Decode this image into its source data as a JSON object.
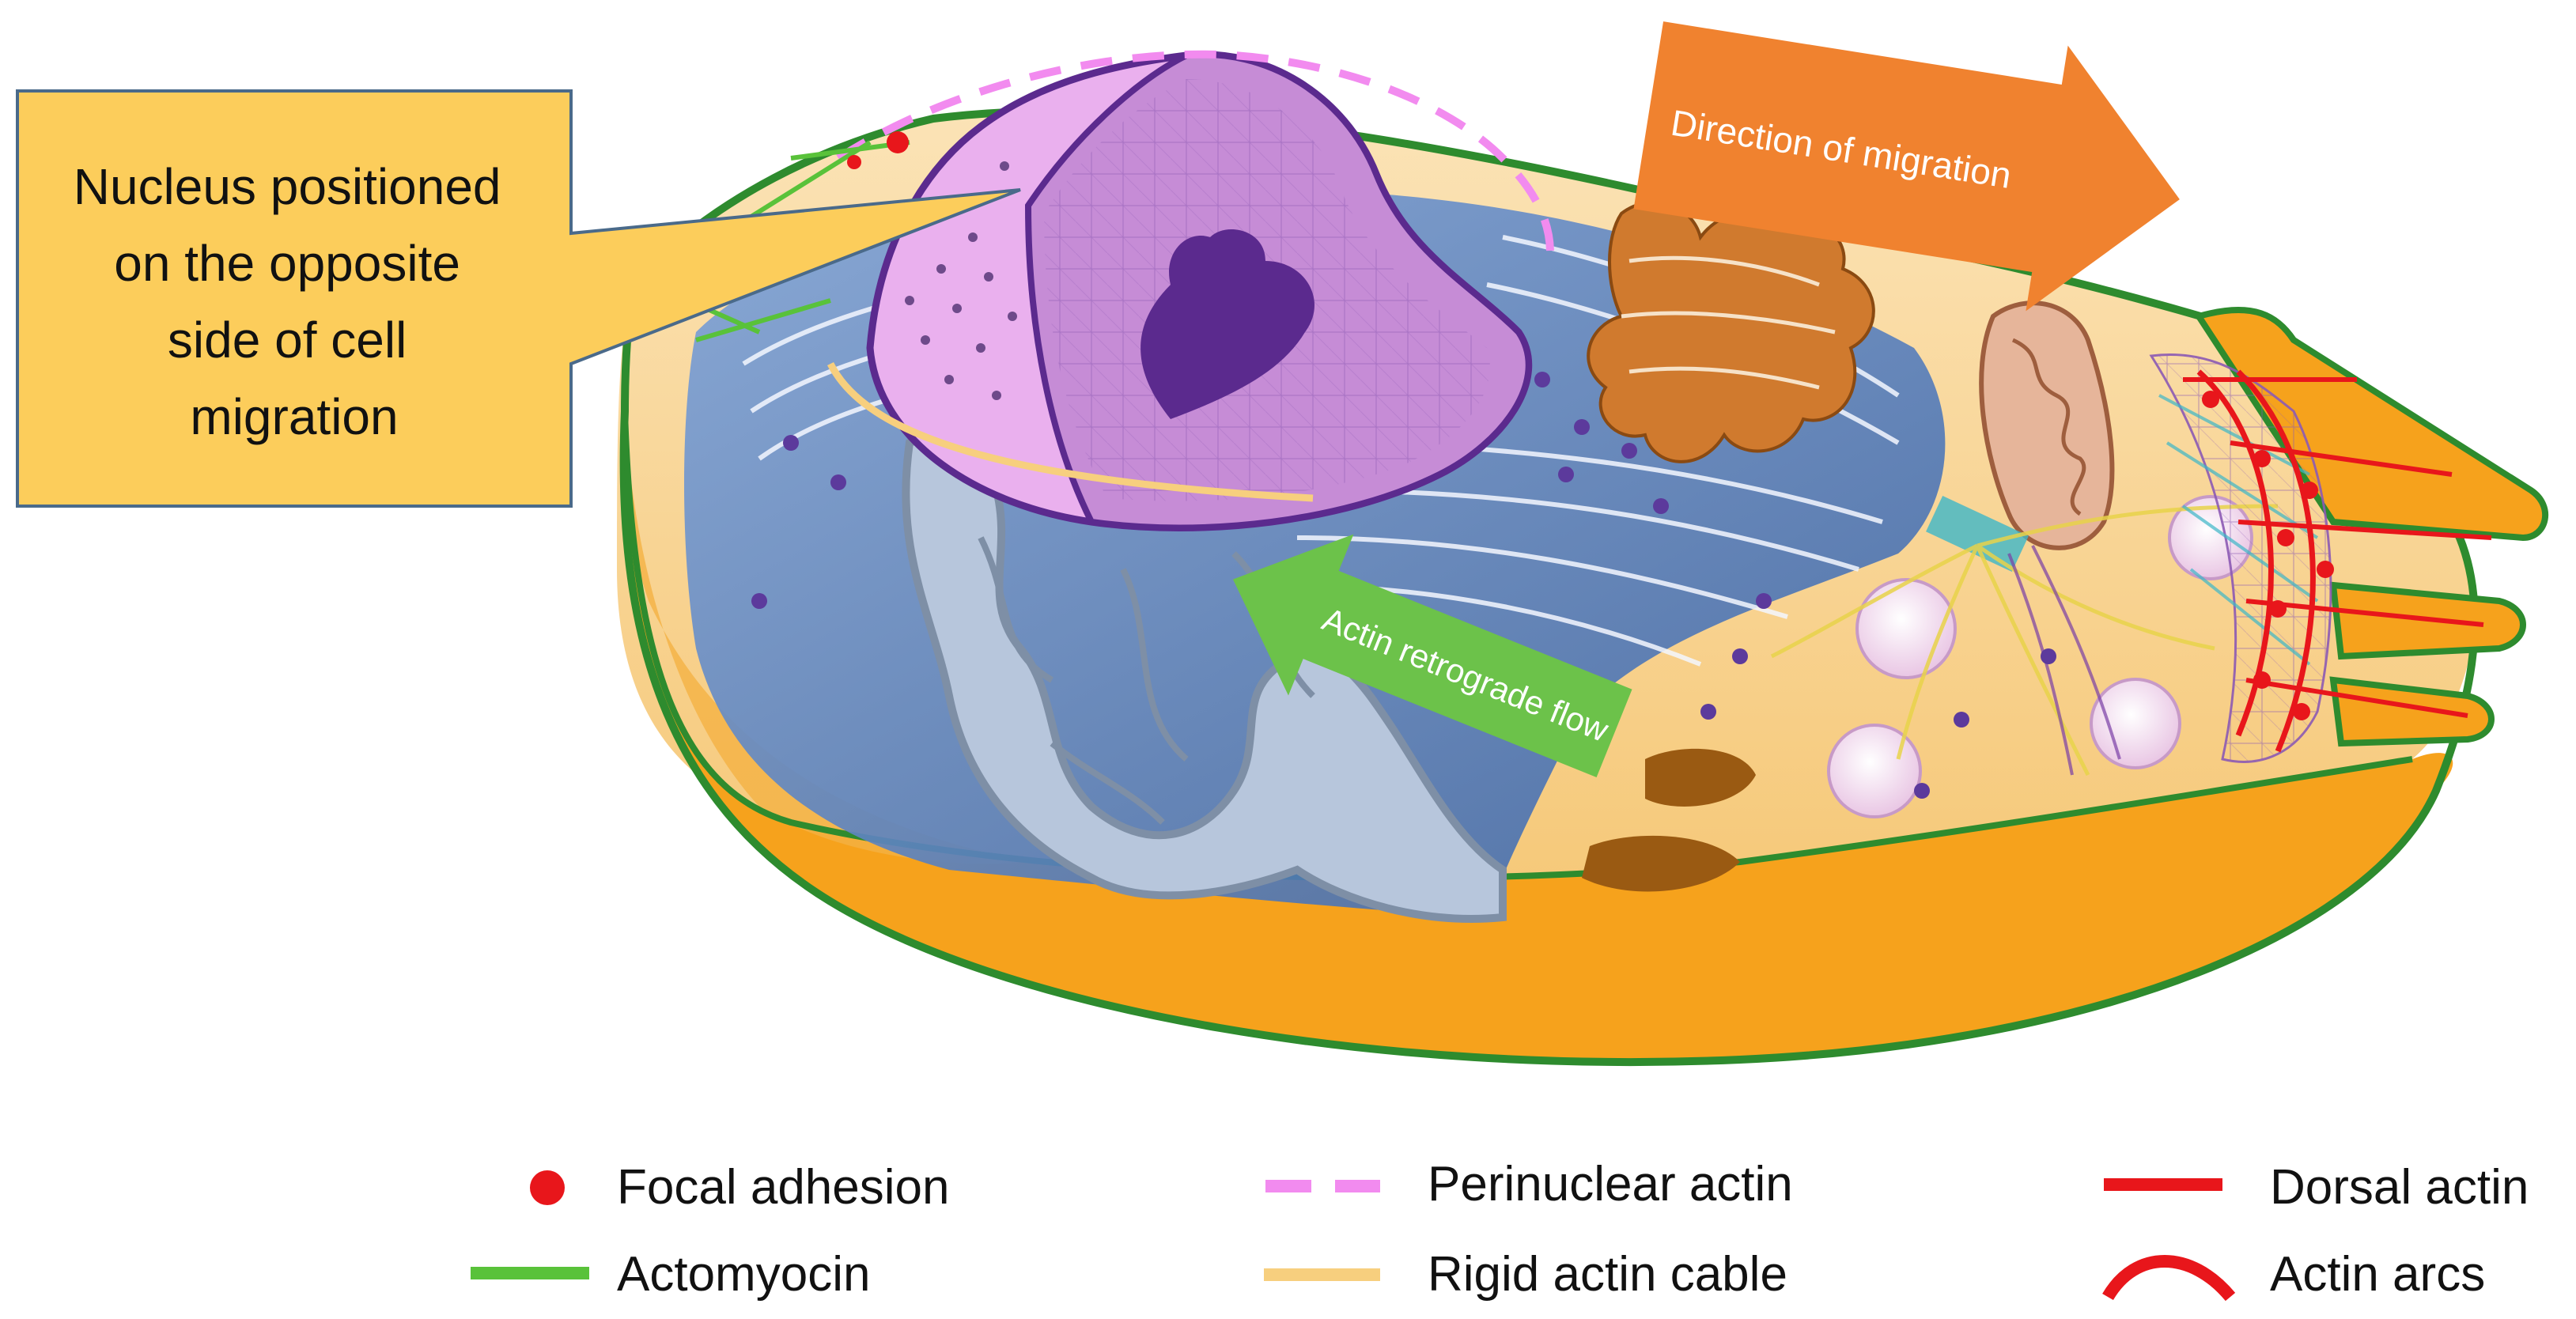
{
  "callout": {
    "lines": [
      "Nucleus positioned",
      "on the opposite",
      "side of cell",
      "migration"
    ],
    "fill": "#FCCD5B",
    "stroke": "#4A6A8A"
  },
  "arrows": {
    "migration": {
      "label": "Direction of migration",
      "color": "#F0822F"
    },
    "retrograde": {
      "label": "Actin retrograde flow",
      "color": "#6CC24A"
    }
  },
  "legend": [
    {
      "label": "Focal adhesion",
      "color": "#E8161B",
      "symbol": "dot"
    },
    {
      "label": "Perinuclear actin",
      "color": "#F28BEF",
      "symbol": "dashed-line"
    },
    {
      "label": "Dorsal actin",
      "color": "#E8161B",
      "symbol": "line"
    },
    {
      "label": "Actomyocin",
      "color": "#59C23A",
      "symbol": "line"
    },
    {
      "label": "Rigid actin cable",
      "color": "#F7CF7E",
      "symbol": "line"
    },
    {
      "label": "Actin arcs",
      "color": "#E8161B",
      "symbol": "arc"
    }
  ],
  "colors": {
    "membrane": "#2E8B2E",
    "cytoplasm_outer": "#F6A21C",
    "cytoplasm_inner": "#F9D9A0",
    "nucleus_shell": "#E8A6EA",
    "nucleus_cut": "#B77AD0",
    "nucleolus": "#5B2A8E",
    "er": "#5A82C2",
    "golgi": "#D07A2E"
  }
}
